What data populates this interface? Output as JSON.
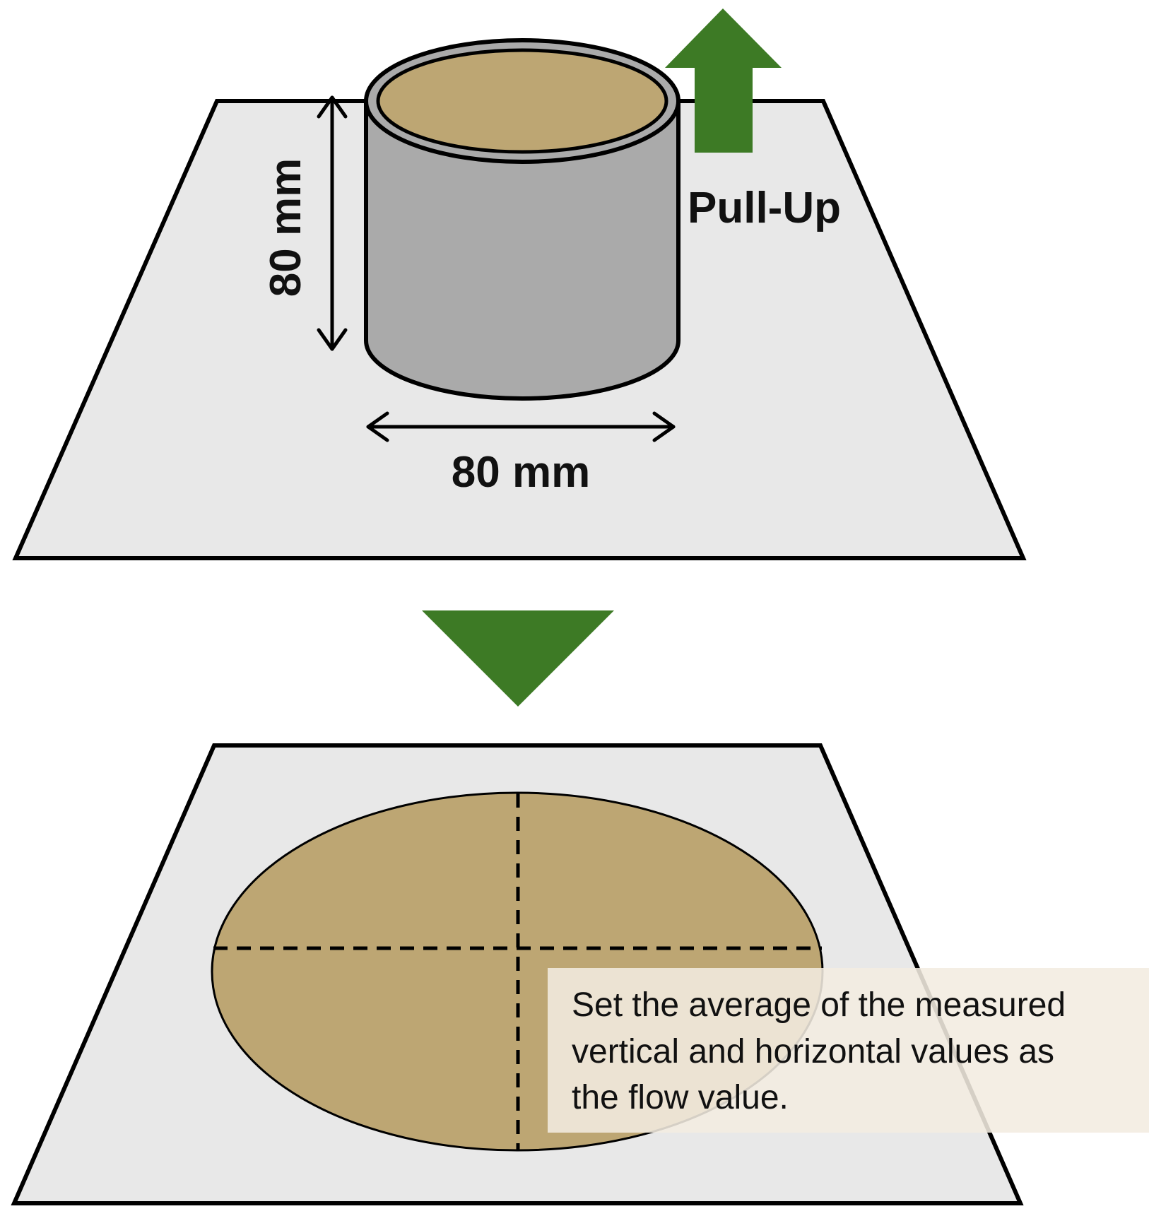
{
  "labels": {
    "height": "80 mm",
    "width": "80 mm",
    "pull_up": "Pull-Up"
  },
  "note": {
    "line1": "Set the average of the measured",
    "line2": "vertical and horizontal values as",
    "line3": "the flow value."
  },
  "colors": {
    "plate": "#e8e8e8",
    "cylinder": "#aaaaaa",
    "sample": "#bda673",
    "arrow_green": "#3d7a25",
    "note_box": "#f2ece0"
  },
  "icons": {
    "pull_up_arrow": "up-arrow-icon",
    "process_arrow": "down-triangle-icon"
  }
}
